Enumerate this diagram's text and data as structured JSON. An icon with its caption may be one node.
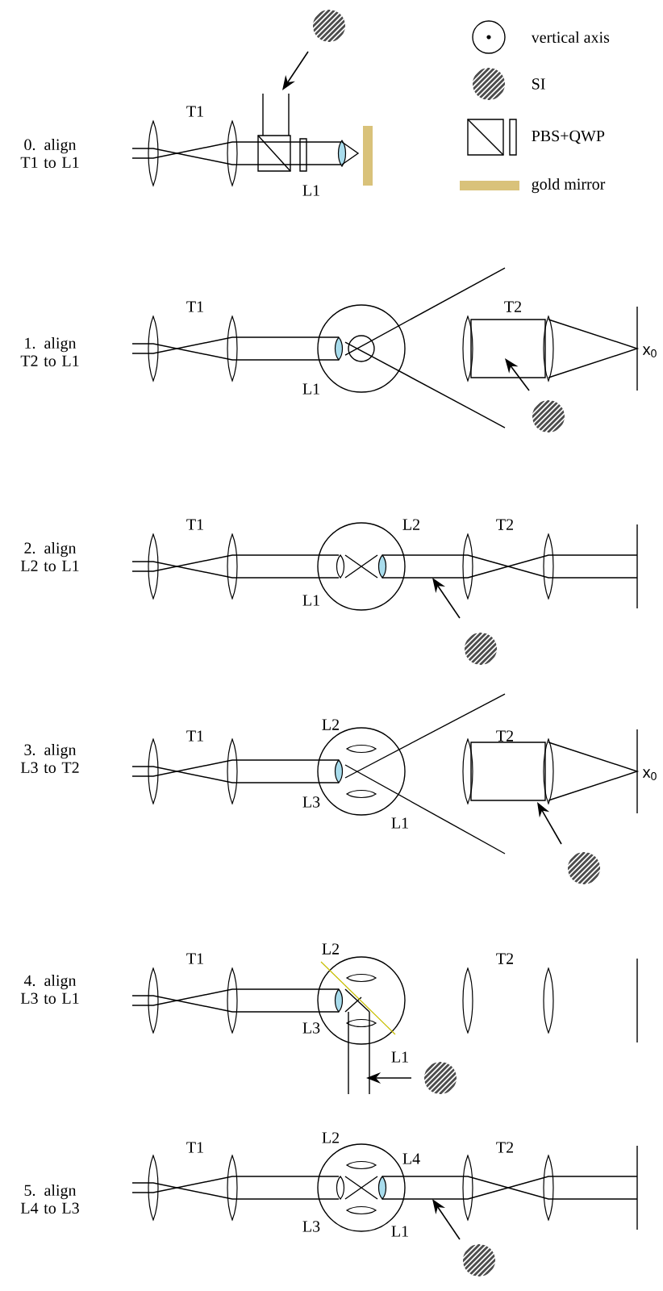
{
  "diagram": {
    "labels": [
      "0. align T1 to L1",
      "T1",
      "L1",
      "1. align T2 to L1",
      "T1",
      "T2",
      "L1",
      "x$_{0}$",
      "2. align L2 to L1",
      "T1",
      "L2",
      "T2",
      "L1",
      "3. align L3 to T2",
      "L2",
      "T1",
      "T2",
      "L3",
      "x$_{0}$",
      "L1",
      "L2",
      "4. align L3 to L1",
      "T1",
      "T2",
      "L3",
      "L1",
      "L2",
      "5. align L4 to L3",
      "T1",
      "L4",
      "T2",
      "L3",
      "L1"
    ],
    "legend": [
      {
        "text": "vertical axis"
      },
      {
        "text": "SI"
      },
      {
        "text": "PBS+QWP"
      },
      {
        "text": "gold mirror",
        "color": "#d9c27a"
      }
    ]
  }
}
